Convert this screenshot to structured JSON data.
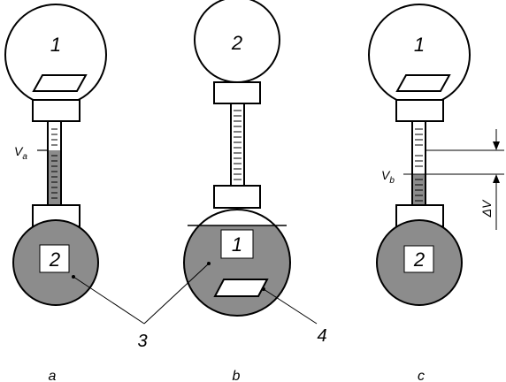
{
  "colors": {
    "liquid": "#8c8c8c",
    "line": "#000000",
    "glass": "#ffffff"
  },
  "panels": [
    {
      "id": "a",
      "caption": "a",
      "top_bulb_label": "1",
      "bottom_bulb_label": "2",
      "tube_level_label_main": "V",
      "tube_level_label_sub": "a"
    },
    {
      "id": "b",
      "caption": "b",
      "top_bulb_label": "2",
      "bottom_bulb_label": "1"
    },
    {
      "id": "c",
      "caption": "c",
      "top_bulb_label": "1",
      "bottom_bulb_label": "2",
      "tube_level_label_main": "V",
      "tube_level_label_sub": "b",
      "delta_label": "ΔV"
    }
  ],
  "callouts": {
    "liquid_label": "3",
    "sample_label": "4"
  }
}
